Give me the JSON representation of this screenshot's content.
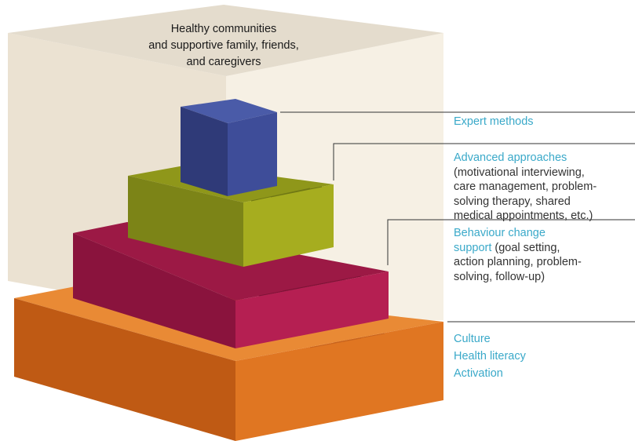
{
  "header": {
    "line1": "Healthy communities",
    "line2": "and supportive family, friends,",
    "line3": "and caregivers"
  },
  "levels": {
    "expert": {
      "title": "Expert methods"
    },
    "advanced": {
      "title": "Advanced approaches",
      "detail_line1": "(motivational interviewing,",
      "detail_line2": "care management, problem-",
      "detail_line3": "solving therapy, shared",
      "detail_line4": "medical appointments, etc.)"
    },
    "behaviour": {
      "title_line1": "Behaviour change",
      "title_line2": "support",
      "detail_line1": " (goal setting,",
      "detail_line2": "action planning, problem-",
      "detail_line3": "solving, follow-up)"
    },
    "base": {
      "items": [
        "Culture",
        "Health literacy",
        "Activation"
      ]
    }
  },
  "colors": {
    "accent_text": "#3aa9c9",
    "background_box": "#f6f0e4",
    "base_layer": "#e07622",
    "behaviour_layer": "#b51f52",
    "advanced_layer": "#a6ad1f",
    "expert_layer": "#3e4d99"
  }
}
